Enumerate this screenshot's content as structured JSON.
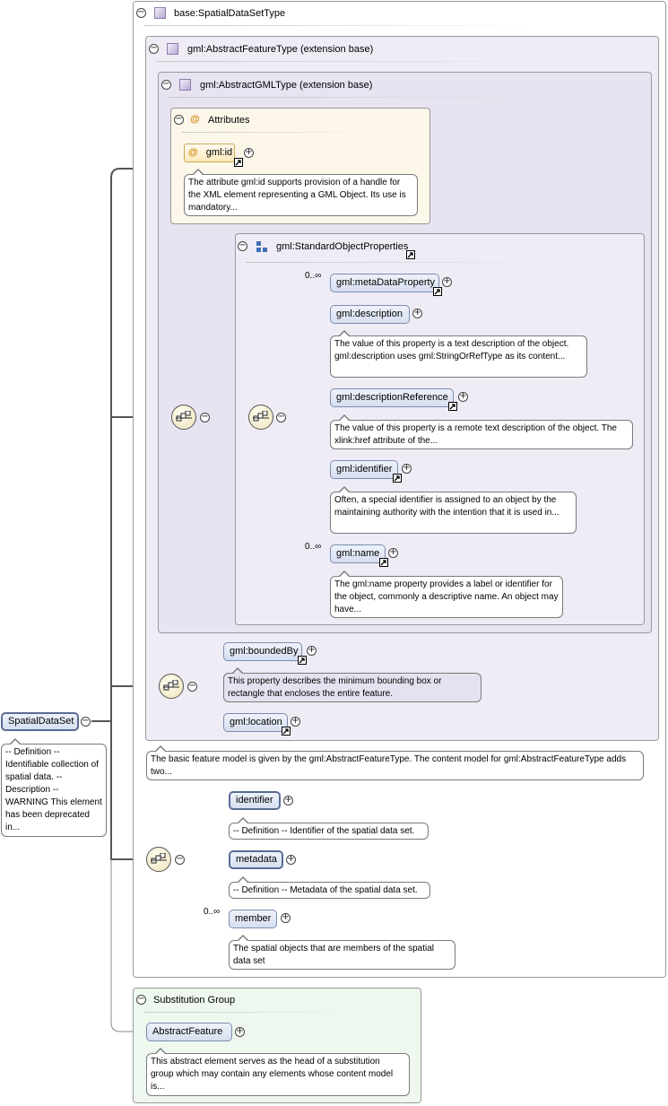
{
  "root": {
    "element": "SpatialDataSet",
    "note": "-- Definition -- Identifiable collection of spatial data. -- Description -- WARNING This element has been deprecated in..."
  },
  "complex_type": {
    "name": "base:SpatialDataSetType"
  },
  "feature_type": {
    "name": "gml:AbstractFeatureType (extension base)"
  },
  "gml_type": {
    "name": "gml:AbstractGMLType (extension base)"
  },
  "attributes": {
    "title": "Attributes",
    "id_attr": "gml:id",
    "id_note": "The attribute gml:id supports provision of a handle for the XML element representing a GML Object. Its use is mandatory..."
  },
  "std_props": {
    "title": "gml:StandardObjectProperties",
    "items": [
      {
        "name": "gml:metaDataProperty",
        "occurs": "0..∞",
        "note": ""
      },
      {
        "name": "gml:description",
        "occurs": "",
        "note": "The value of this property is a text description of the object. gml:description uses gml:StringOrRefType as its content..."
      },
      {
        "name": "gml:descriptionReference",
        "occurs": "",
        "note": "The value of this property is a remote text description of the object. The xlink:href attribute of the..."
      },
      {
        "name": "gml:identifier",
        "occurs": "",
        "note": "Often, a special identifier is assigned to an object by the maintaining authority with the intention that it is used in..."
      },
      {
        "name": "gml:name",
        "occurs": "0..∞",
        "note": "The gml:name property provides a label or identifier for the object, commonly a descriptive name. An object may have..."
      }
    ]
  },
  "feature_seq": {
    "bounded_by": "gml:boundedBy",
    "bounded_note": "This property describes the minimum bounding box or rectangle that encloses the entire feature.",
    "location": "gml:location"
  },
  "feature_note": "The basic feature model is given by the gml:AbstractFeatureType. The content model for gml:AbstractFeatureType adds two...",
  "dataset_seq": {
    "identifier": "identifier",
    "identifier_note": "-- Definition -- Identifier of the spatial data set.",
    "metadata": "metadata",
    "metadata_note": "-- Definition -- Metadata of the spatial data set.",
    "member": "member",
    "member_occurs": "0..∞",
    "member_note": "The spatial objects that are members of the spatial data set"
  },
  "substitution": {
    "title": "Substitution Group",
    "element": "AbstractFeature",
    "note": "This abstract element serves as the head of a substitution group which may contain any elements whose content model is..."
  },
  "symbols": {
    "collapse": "−",
    "expand": "+"
  },
  "colors": {
    "element_fill": "#d6dff0",
    "type_fill": "#efecf6",
    "attributes_fill": "#fdf7ea",
    "substitution_fill": "#eef8ee",
    "connector": "#555555"
  }
}
